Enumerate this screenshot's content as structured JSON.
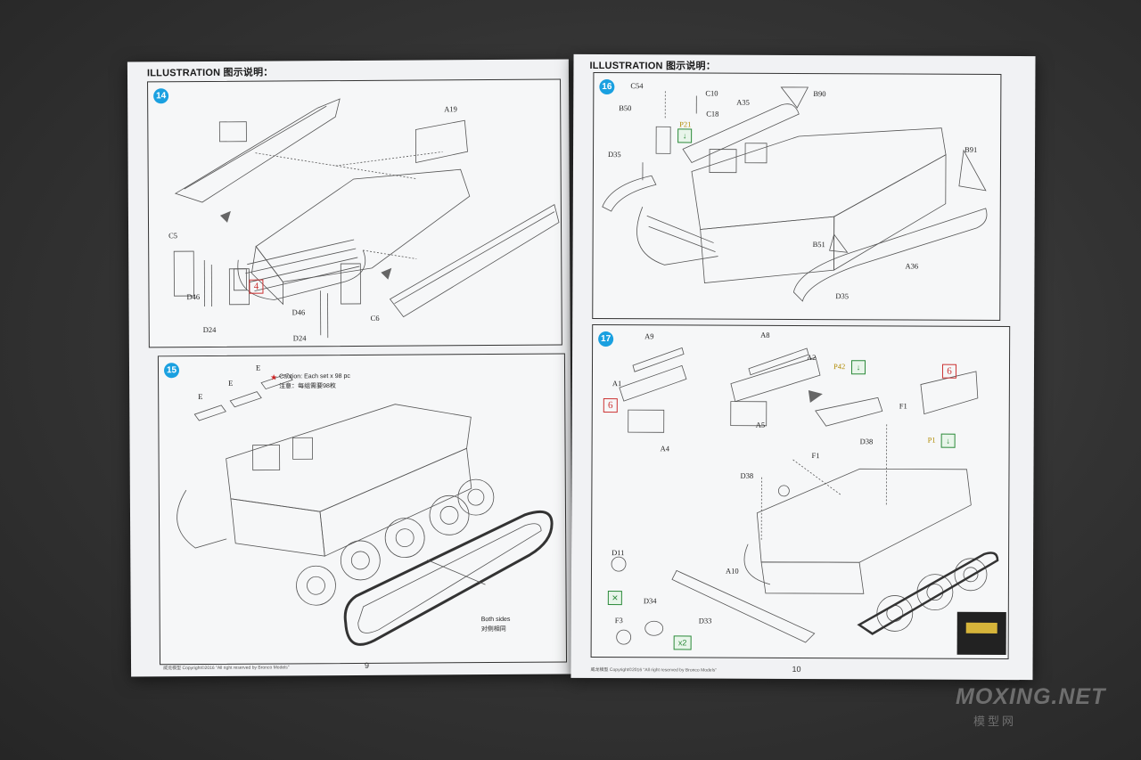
{
  "header": {
    "left_title": "ILLUSTRATION 图示说明：",
    "right_title": "ILLUSTRATION 图示说明："
  },
  "steps": {
    "s14": {
      "num": "14",
      "labels": {
        "a19": "A19",
        "c5": "C5",
        "d46a": "D46",
        "d24a": "D24",
        "box4": "4",
        "d46b": "D46",
        "c6": "C6",
        "d24b": "D24"
      }
    },
    "s15": {
      "num": "15",
      "labels": {
        "e1": "E",
        "e2": "E",
        "e3": "E",
        "caution_en": "Caution: Each set x 98 pc",
        "caution_cn": "注意：每组需要98枚",
        "both_en": "Both sides",
        "both_cn": "对侧相同"
      }
    },
    "s16": {
      "num": "16",
      "labels": {
        "c54": "C54",
        "c10": "C10",
        "b90": "B90",
        "b50": "B50",
        "p21": "P21",
        "c18": "C18",
        "a35": "A35",
        "d35a": "D35",
        "b91": "B91",
        "b51": "B51",
        "a36": "A36",
        "d35b": "D35"
      }
    },
    "s17": {
      "num": "17",
      "labels": {
        "a9": "A9",
        "a8": "A8",
        "a2": "A2",
        "p42": "P42",
        "box6a": "6",
        "a1": "A1",
        "box6b": "6",
        "a4": "A4",
        "a5": "A5",
        "f1a": "F1",
        "d38a": "D38",
        "p1": "P1",
        "f1b": "F1",
        "d38b": "D38",
        "d11": "D11",
        "a10": "A10",
        "d34": "D34",
        "f3": "F3",
        "d33": "D33",
        "x2": "x2"
      }
    }
  },
  "footer": {
    "left_copy": "威龙模型  Copyright©2016  \"All right reserved by Bronco Models\"",
    "left_page": "9",
    "right_copy": "威龙模型  Copyright©2016  \"All right reserved by Bronco Models\"",
    "right_page": "10"
  },
  "watermark": {
    "line1": "MOXING.NET",
    "line2": "模型网"
  },
  "colors": {
    "badge": "#1aa0e0",
    "redbox": "#cc3333",
    "green": "#2c8a3a",
    "paper": "#f1f2f4",
    "background": "#2e2e2e"
  }
}
